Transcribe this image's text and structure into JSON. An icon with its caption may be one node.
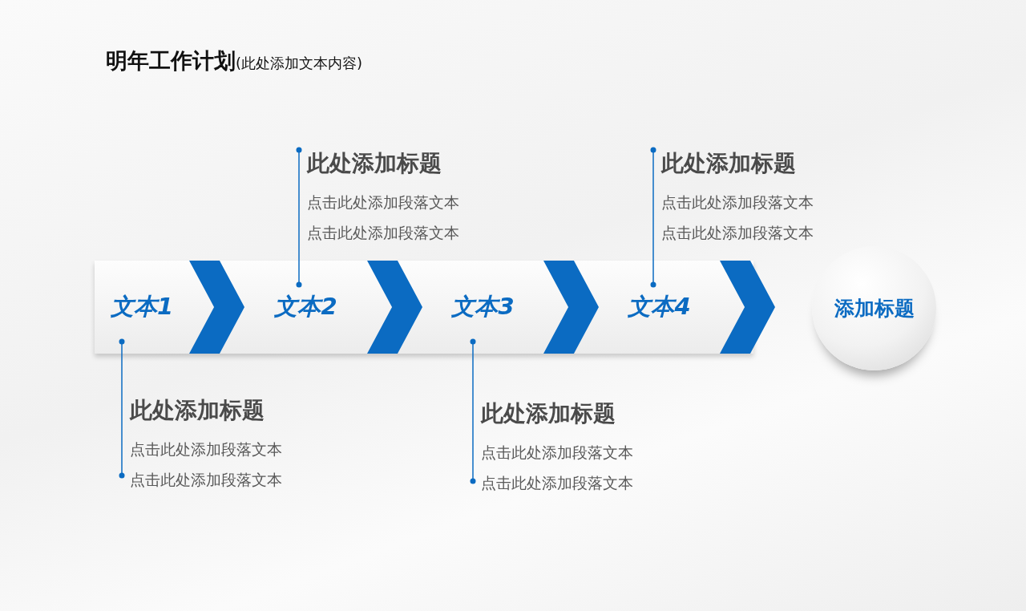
{
  "diagram": {
    "title": "**明年工作计划**(此处添加文本内容)",
    "nodes": [
      {
        "text": [
          "此处添加标题",
          "点击此处添加段落文本",
          "点击此处添加段落文本"
        ]
      },
      {
        "text": [
          "此处添加标题",
          "点击此处添加段落文本",
          "点击此处添加段落文本"
        ]
      },
      {
        "text": [
          "文本1"
        ]
      },
      {
        "text": [
          "文本2"
        ]
      },
      {
        "text": [
          "文本3"
        ]
      },
      {
        "text": [
          "文本4"
        ]
      },
      {
        "text": [
          "添加标题"
        ]
      },
      {
        "text": [
          "此处添加标题",
          "点击此处添加段落文本",
          "点击此处添加段落文本"
        ]
      },
      {
        "text": [
          "此处添加标题",
          "点击此处添加段落文本",
          "点击此处添加段落文本"
        ]
      }
    ],
    "edges": [
      {
        "from": 2,
        "to": 3,
        "arrow": "to"
      },
      {
        "from": 3,
        "to": 4,
        "arrow": "to"
      },
      {
        "from": 4,
        "to": 5,
        "arrow": "to"
      },
      {
        "from": 5,
        "to": 6,
        "arrow": "to"
      },
      {
        "from": 0,
        "to": 3,
        "arrow": "other"
      },
      {
        "from": 1,
        "to": 5,
        "arrow": "other"
      },
      {
        "from": 7,
        "to": 2,
        "arrow": "other"
      },
      {
        "from": 8,
        "to": 4,
        "arrow": "other"
      }
    ]
  }
}
